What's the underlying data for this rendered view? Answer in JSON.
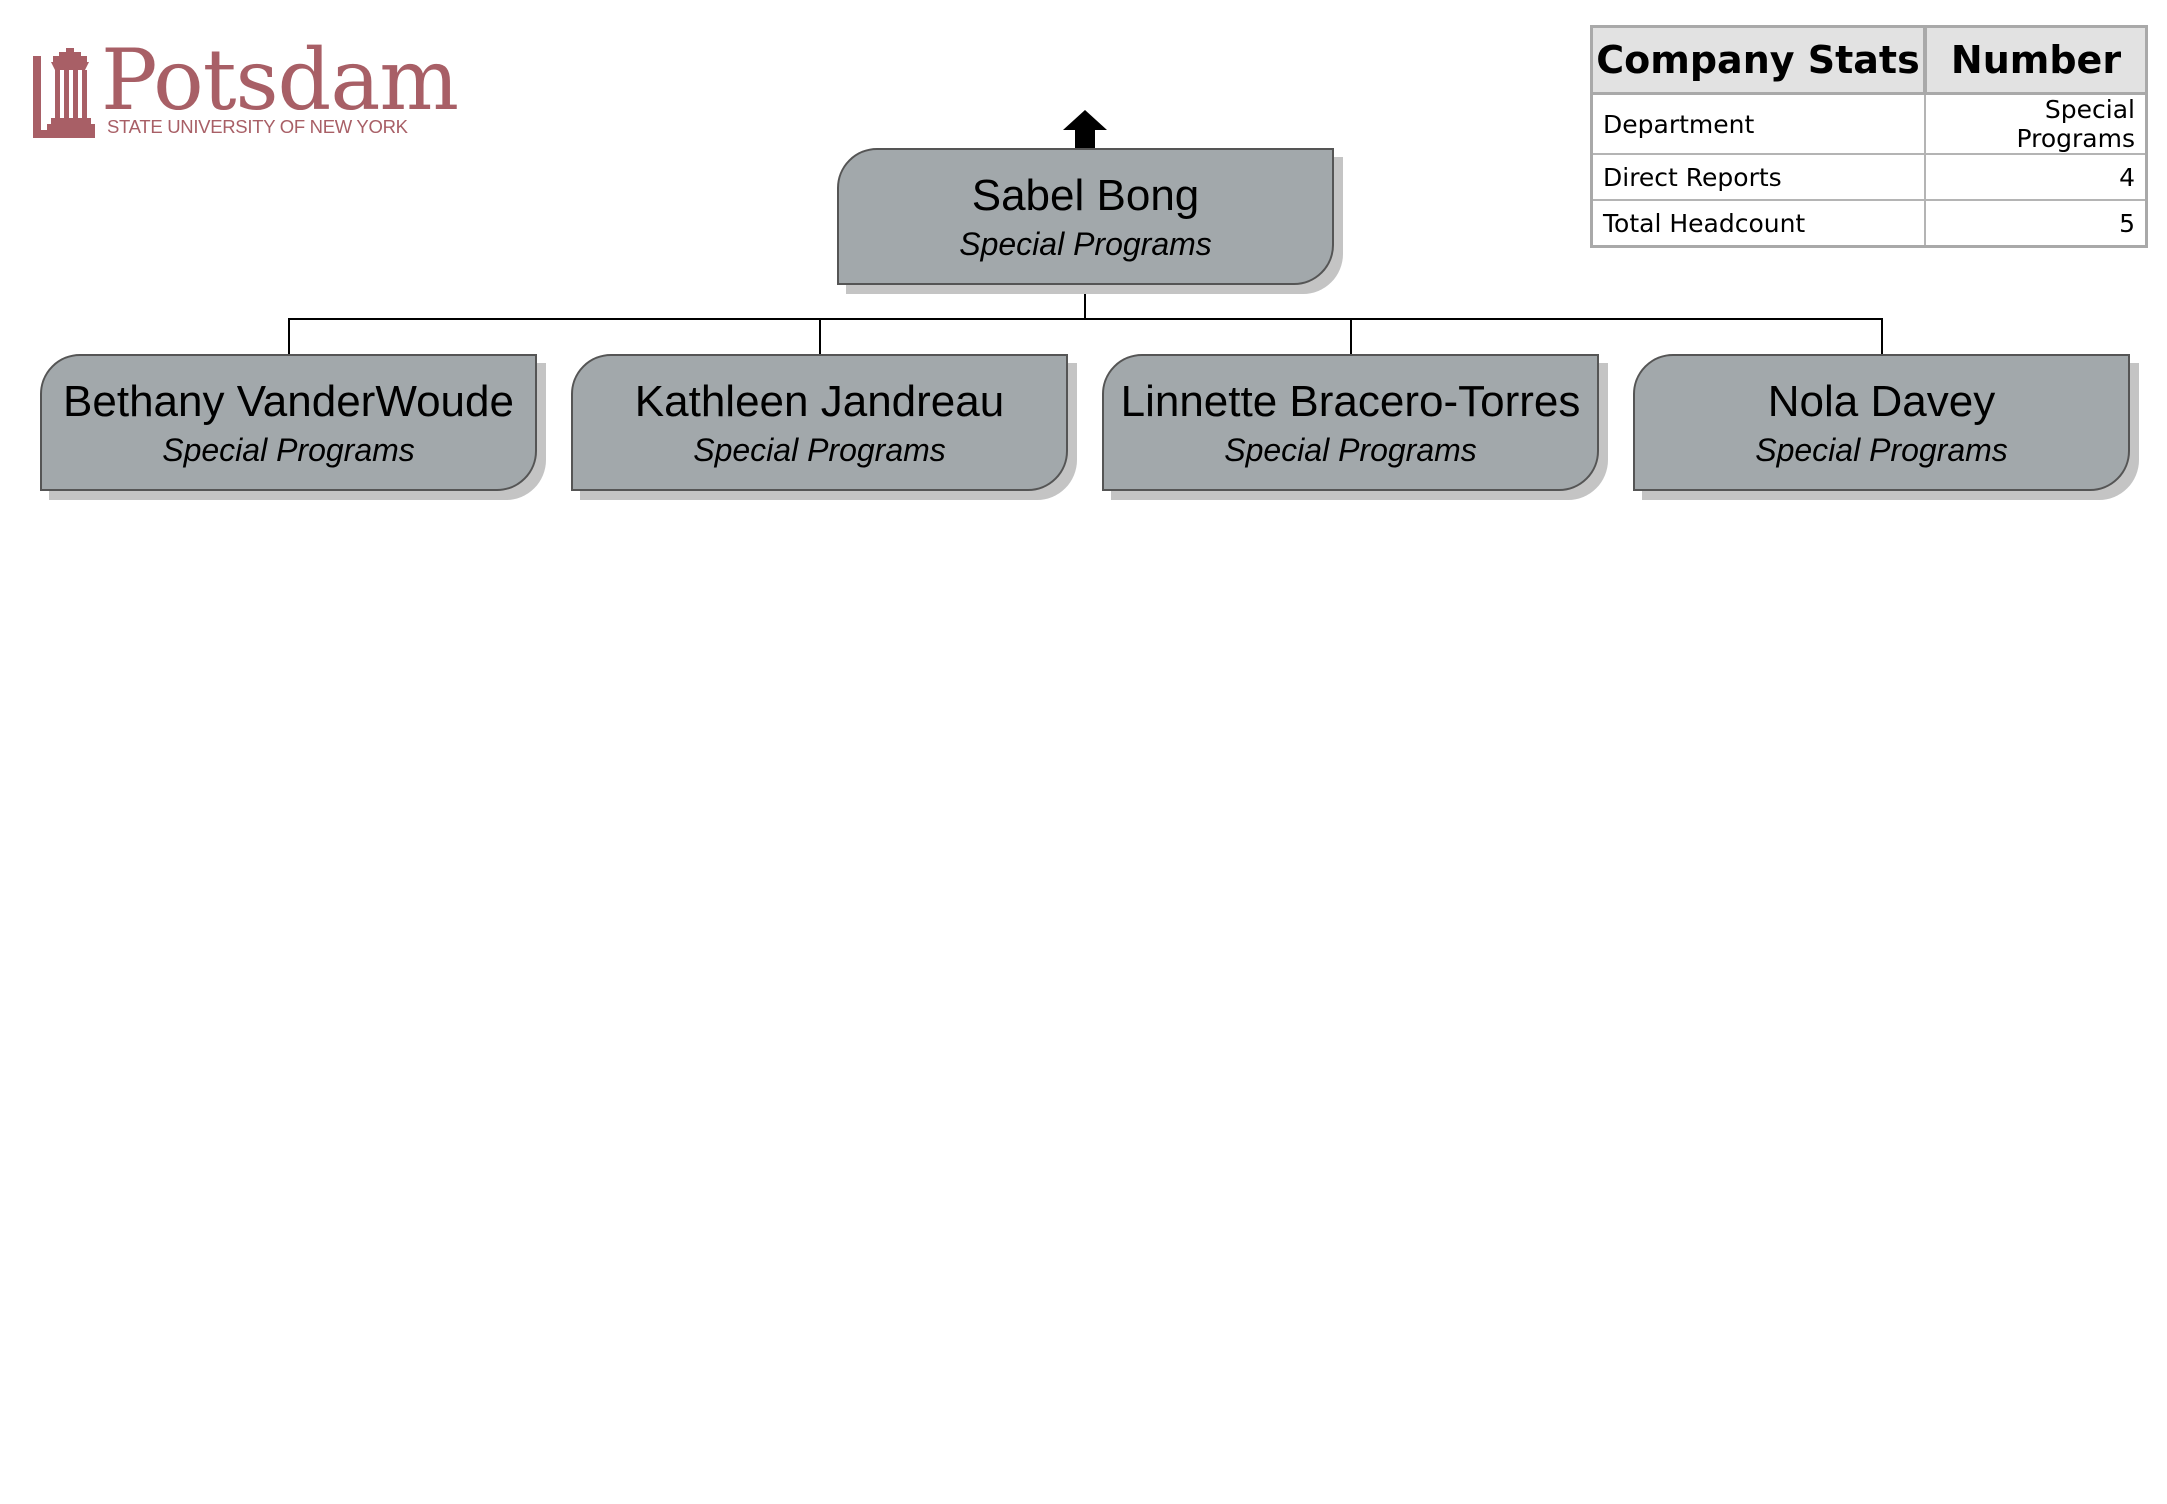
{
  "logo": {
    "wordmark": "Potsdam",
    "tagline": "STATE UNIVERSITY OF NEW YORK"
  },
  "colors": {
    "brand": "#a85f66",
    "node_fill": "#a2a8ab",
    "node_border": "#555555",
    "shadow": "#c4c4c4"
  },
  "stats": {
    "header_label": "Company Stats",
    "header_value": "Number",
    "rows": [
      {
        "label": "Department",
        "value": "Special Programs"
      },
      {
        "label": "Direct Reports",
        "value": "4"
      },
      {
        "label": "Total Headcount",
        "value": "5"
      }
    ]
  },
  "org": {
    "manager": {
      "name": "Sabel Bong",
      "department": "Special Programs"
    },
    "reports": [
      {
        "name": "Bethany VanderWoude",
        "department": "Special Programs"
      },
      {
        "name": "Kathleen Jandreau",
        "department": "Special Programs"
      },
      {
        "name": "Linnette Bracero-Torres",
        "department": "Special Programs"
      },
      {
        "name": "Nola Davey",
        "department": "Special Programs"
      }
    ]
  },
  "icons": {
    "up_arrow": "up-arrow-icon",
    "logo_building": "building-icon"
  }
}
